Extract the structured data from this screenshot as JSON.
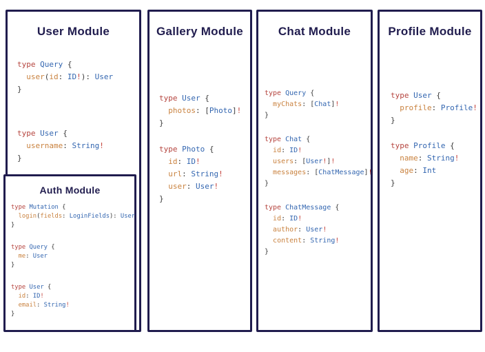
{
  "colors": {
    "navy": "#201c4e",
    "keyword": "#b5443e",
    "type": "#3366b0",
    "field": "#c9823f",
    "punct": "#3b3b3b",
    "bang": "#c4423b",
    "background": "#ffffff"
  },
  "panels": [
    {
      "title": "User Module",
      "blocks": [
        [
          [
            [
              "kw",
              "type"
            ],
            [
              "pn",
              " "
            ],
            [
              "ty",
              "Query"
            ],
            [
              "pn",
              " {"
            ]
          ],
          [
            [
              "pn",
              "  "
            ],
            [
              "fl",
              "user"
            ],
            [
              "pn",
              "("
            ],
            [
              "fl",
              "id"
            ],
            [
              "pn",
              ": "
            ],
            [
              "ty",
              "ID"
            ],
            [
              "bg",
              "!"
            ],
            [
              "pn",
              "): "
            ],
            [
              "ty",
              "User"
            ]
          ],
          [
            [
              "pn",
              "}"
            ]
          ]
        ],
        [
          [
            [
              "kw",
              "type"
            ],
            [
              "pn",
              " "
            ],
            [
              "ty",
              "User"
            ],
            [
              "pn",
              " {"
            ]
          ],
          [
            [
              "pn",
              "  "
            ],
            [
              "fl",
              "username"
            ],
            [
              "pn",
              ": "
            ],
            [
              "ty",
              "String"
            ],
            [
              "bg",
              "!"
            ]
          ],
          [
            [
              "pn",
              "}"
            ]
          ]
        ]
      ],
      "nested": {
        "title": "Auth Module",
        "blocks": [
          [
            [
              [
                "kw",
                "type"
              ],
              [
                "pn",
                " "
              ],
              [
                "ty",
                "Mutation"
              ],
              [
                "pn",
                " {"
              ]
            ],
            [
              [
                "pn",
                "  "
              ],
              [
                "fl",
                "login"
              ],
              [
                "pn",
                "("
              ],
              [
                "fl",
                "fields"
              ],
              [
                "pn",
                ": "
              ],
              [
                "ty",
                "LoginFields"
              ],
              [
                "pn",
                "): "
              ],
              [
                "ty",
                "User"
              ]
            ],
            [
              [
                "pn",
                "}"
              ]
            ]
          ],
          [
            [
              [
                "kw",
                "type"
              ],
              [
                "pn",
                " "
              ],
              [
                "ty",
                "Query"
              ],
              [
                "pn",
                " {"
              ]
            ],
            [
              [
                "pn",
                "  "
              ],
              [
                "fl",
                "me"
              ],
              [
                "pn",
                ": "
              ],
              [
                "ty",
                "User"
              ]
            ],
            [
              [
                "pn",
                "}"
              ]
            ]
          ],
          [
            [
              [
                "kw",
                "type"
              ],
              [
                "pn",
                " "
              ],
              [
                "ty",
                "User"
              ],
              [
                "pn",
                " {"
              ]
            ],
            [
              [
                "pn",
                "  "
              ],
              [
                "fl",
                "id"
              ],
              [
                "pn",
                ": "
              ],
              [
                "ty",
                "ID"
              ],
              [
                "bg",
                "!"
              ]
            ],
            [
              [
                "pn",
                "  "
              ],
              [
                "fl",
                "email"
              ],
              [
                "pn",
                ": "
              ],
              [
                "ty",
                "String"
              ],
              [
                "bg",
                "!"
              ]
            ],
            [
              [
                "pn",
                "}"
              ]
            ]
          ]
        ]
      }
    },
    {
      "title": "Gallery Module",
      "blocks": [
        [
          [
            [
              "kw",
              "type"
            ],
            [
              "pn",
              " "
            ],
            [
              "ty",
              "User"
            ],
            [
              "pn",
              " {"
            ]
          ],
          [
            [
              "pn",
              "  "
            ],
            [
              "fl",
              "photos"
            ],
            [
              "pn",
              ": ["
            ],
            [
              "ty",
              "Photo"
            ],
            [
              "pn",
              "]"
            ],
            [
              "bg",
              "!"
            ]
          ],
          [
            [
              "pn",
              "}"
            ]
          ]
        ],
        [
          [
            [
              "kw",
              "type"
            ],
            [
              "pn",
              " "
            ],
            [
              "ty",
              "Photo"
            ],
            [
              "pn",
              " {"
            ]
          ],
          [
            [
              "pn",
              "  "
            ],
            [
              "fl",
              "id"
            ],
            [
              "pn",
              ": "
            ],
            [
              "ty",
              "ID"
            ],
            [
              "bg",
              "!"
            ]
          ],
          [
            [
              "pn",
              "  "
            ],
            [
              "fl",
              "url"
            ],
            [
              "pn",
              ": "
            ],
            [
              "ty",
              "String"
            ],
            [
              "bg",
              "!"
            ]
          ],
          [
            [
              "pn",
              "  "
            ],
            [
              "fl",
              "user"
            ],
            [
              "pn",
              ": "
            ],
            [
              "ty",
              "User"
            ],
            [
              "bg",
              "!"
            ]
          ],
          [
            [
              "pn",
              "}"
            ]
          ]
        ]
      ]
    },
    {
      "title": "Chat Module",
      "blocks": [
        [
          [
            [
              "kw",
              "type"
            ],
            [
              "pn",
              " "
            ],
            [
              "ty",
              "Query"
            ],
            [
              "pn",
              " {"
            ]
          ],
          [
            [
              "pn",
              "  "
            ],
            [
              "fl",
              "myChats"
            ],
            [
              "pn",
              ": ["
            ],
            [
              "ty",
              "Chat"
            ],
            [
              "pn",
              "]"
            ],
            [
              "bg",
              "!"
            ]
          ],
          [
            [
              "pn",
              "}"
            ]
          ]
        ],
        [
          [
            [
              "kw",
              "type"
            ],
            [
              "pn",
              " "
            ],
            [
              "ty",
              "Chat"
            ],
            [
              "pn",
              " {"
            ]
          ],
          [
            [
              "pn",
              "  "
            ],
            [
              "fl",
              "id"
            ],
            [
              "pn",
              ": "
            ],
            [
              "ty",
              "ID"
            ],
            [
              "bg",
              "!"
            ]
          ],
          [
            [
              "pn",
              "  "
            ],
            [
              "fl",
              "users"
            ],
            [
              "pn",
              ": ["
            ],
            [
              "ty",
              "User"
            ],
            [
              "bg",
              "!"
            ],
            [
              "pn",
              "]"
            ],
            [
              "bg",
              "!"
            ]
          ],
          [
            [
              "pn",
              "  "
            ],
            [
              "fl",
              "messages"
            ],
            [
              "pn",
              ": ["
            ],
            [
              "ty",
              "ChatMessage"
            ],
            [
              "pn",
              "]"
            ],
            [
              "bg",
              "!"
            ]
          ],
          [
            [
              "pn",
              "}"
            ]
          ]
        ],
        [
          [
            [
              "kw",
              "type"
            ],
            [
              "pn",
              " "
            ],
            [
              "ty",
              "ChatMessage"
            ],
            [
              "pn",
              " {"
            ]
          ],
          [
            [
              "pn",
              "  "
            ],
            [
              "fl",
              "id"
            ],
            [
              "pn",
              ": "
            ],
            [
              "ty",
              "ID"
            ],
            [
              "bg",
              "!"
            ]
          ],
          [
            [
              "pn",
              "  "
            ],
            [
              "fl",
              "author"
            ],
            [
              "pn",
              ": "
            ],
            [
              "ty",
              "User"
            ],
            [
              "bg",
              "!"
            ]
          ],
          [
            [
              "pn",
              "  "
            ],
            [
              "fl",
              "content"
            ],
            [
              "pn",
              ": "
            ],
            [
              "ty",
              "String"
            ],
            [
              "bg",
              "!"
            ]
          ],
          [
            [
              "pn",
              "}"
            ]
          ]
        ]
      ]
    },
    {
      "title": "Profile Module",
      "blocks": [
        [
          [
            [
              "kw",
              "type"
            ],
            [
              "pn",
              " "
            ],
            [
              "ty",
              "User"
            ],
            [
              "pn",
              " {"
            ]
          ],
          [
            [
              "pn",
              "  "
            ],
            [
              "fl",
              "profile"
            ],
            [
              "pn",
              ": "
            ],
            [
              "ty",
              "Profile"
            ],
            [
              "bg",
              "!"
            ]
          ],
          [
            [
              "pn",
              "}"
            ]
          ]
        ],
        [
          [
            [
              "kw",
              "type"
            ],
            [
              "pn",
              " "
            ],
            [
              "ty",
              "Profile"
            ],
            [
              "pn",
              " {"
            ]
          ],
          [
            [
              "pn",
              "  "
            ],
            [
              "fl",
              "name"
            ],
            [
              "pn",
              ": "
            ],
            [
              "ty",
              "String"
            ],
            [
              "bg",
              "!"
            ]
          ],
          [
            [
              "pn",
              "  "
            ],
            [
              "fl",
              "age"
            ],
            [
              "pn",
              ": "
            ],
            [
              "ty",
              "Int"
            ]
          ],
          [
            [
              "pn",
              "}"
            ]
          ]
        ]
      ]
    }
  ]
}
